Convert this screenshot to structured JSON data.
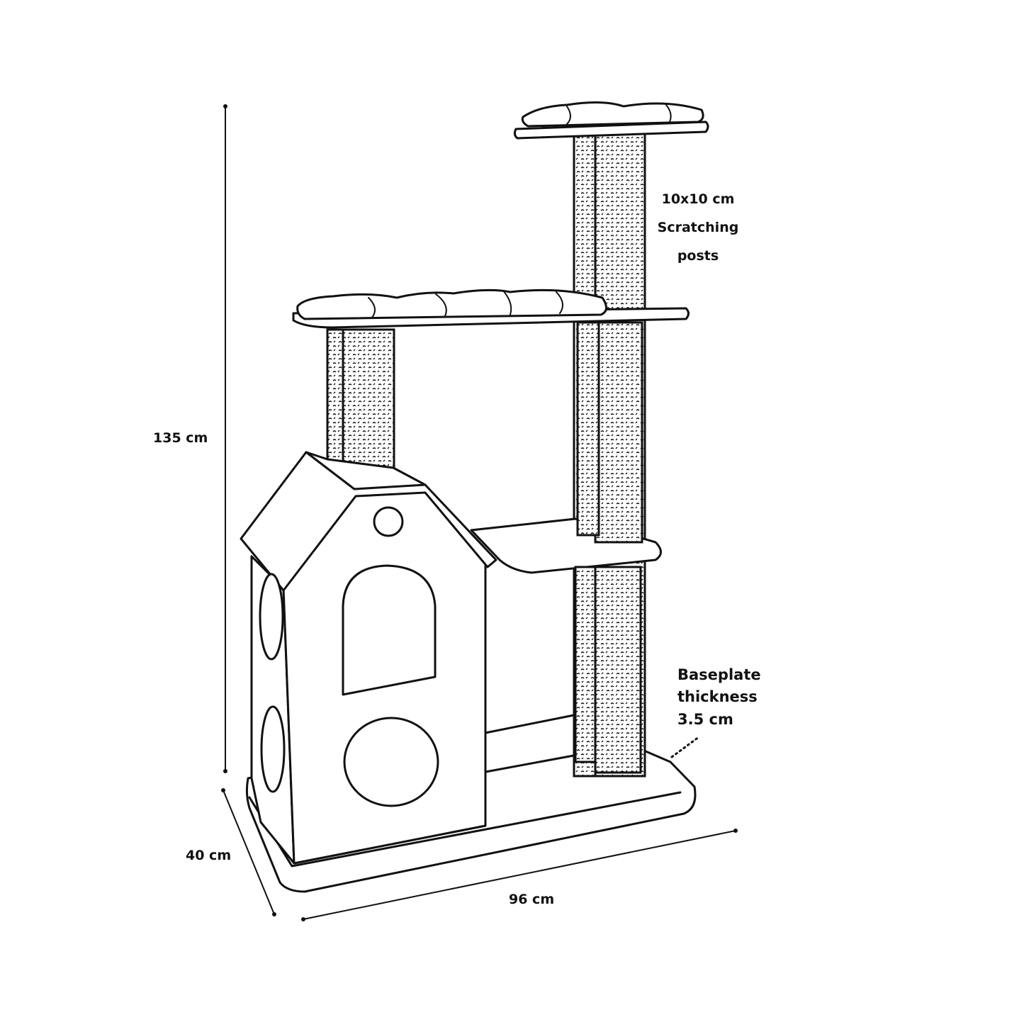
{
  "dimensions": {
    "height": "135 cm",
    "depth": "40 cm",
    "width": "96 cm"
  },
  "annotations": {
    "posts_line1": "10x10 cm",
    "posts_line2": "Scratching",
    "posts_line3": "posts",
    "baseplate_line1": "Baseplate",
    "baseplate_line2": "thickness",
    "baseplate_line3": "3.5 cm"
  }
}
